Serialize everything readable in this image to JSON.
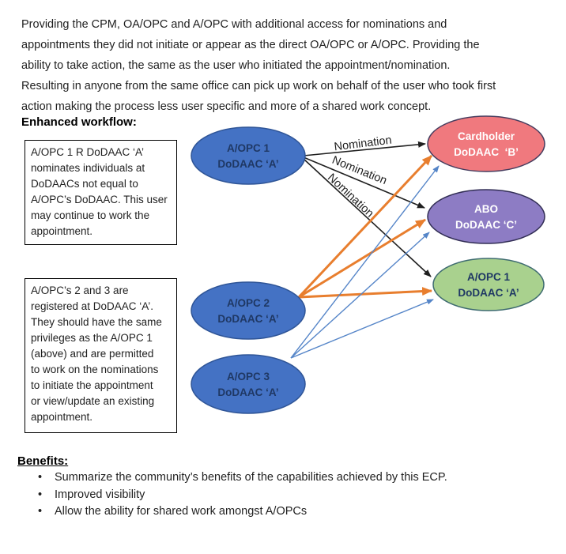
{
  "intro": {
    "lines": [
      "Providing the CPM, OA/OPC and A/OPC with additional access for nominations and",
      "appointments they did not initiate or appear as the direct OA/OPC or A/OPC.  Providing the",
      "ability to take action, the same as the user who initiated the appointment/nomination.",
      "Resulting in anyone from the same office can pick up work on behalf of the user who took first",
      "action making the process less user specific and more of a shared work concept."
    ]
  },
  "workflow": {
    "heading": "Enhanced workflow:",
    "note1_lines": [
      "A/OPC 1 R DoDAAC ‘A’",
      "nominates individuals at",
      "DoDAACs not equal to",
      "A/OPC’s DoDAAC.  This user",
      "may continue to work the",
      "appointment."
    ],
    "note2_lines": [
      "A/OPC’s 2 and 3 are",
      "registered at DoDAAC ‘A’.",
      "They should have the same",
      "privileges as the A/OPC 1",
      "(above) and are permitted",
      "to work on the nominations",
      "to initiate the appointment",
      "or view/update an existing",
      "appointment."
    ]
  },
  "diagram": {
    "nomination_label": "Nomination",
    "nodes": [
      {
        "id": "aopc1-dodaac-a-source",
        "line1": "A/OPC 1",
        "line2": "DoDAAC ‘A’",
        "fill": "#4472C4",
        "stroke": "#2F5597",
        "text_color": "#1F3864"
      },
      {
        "id": "aopc2-dodaac-a",
        "line1": "A/OPC 2",
        "line2": "DoDAAC ‘A’",
        "fill": "#4472C4",
        "stroke": "#2F5597",
        "text_color": "#1F3864"
      },
      {
        "id": "aopc3-dodaac-a",
        "line1": "A/OPC 3",
        "line2": "DoDAAC ‘A’",
        "fill": "#4472C4",
        "stroke": "#2F5597",
        "text_color": "#1F3864"
      },
      {
        "id": "cardholder-dodaac-b",
        "line1": "Cardholder",
        "line2": "DoDAAC  ‘B’",
        "fill": "#F0797E",
        "stroke": "#463C5E",
        "text_color": "#FFFFFF"
      },
      {
        "id": "abo-dodaac-c",
        "line1": "ABO",
        "line2": "DoDAAC ‘C’",
        "fill": "#8D7CC4",
        "stroke": "#322E55",
        "text_color": "#FFFFFF"
      },
      {
        "id": "aopc1-dodaac-a-target",
        "line1": "A/OPC 1",
        "line2": "DoDAAC ‘A’",
        "fill": "#A9D18E",
        "stroke": "#3E6B70",
        "text_color": "#1F3864"
      }
    ],
    "arrow_colors": {
      "black": "#1f1f1f",
      "orange": "#E87E2E",
      "blue": "#5585C8"
    }
  },
  "benefits": {
    "heading": "Benefits:",
    "items": [
      "Summarize the community’s benefits of the capabilities achieved by this ECP.",
      "Improved visibility",
      "Allow the ability for shared work amongst A/OPCs"
    ]
  }
}
